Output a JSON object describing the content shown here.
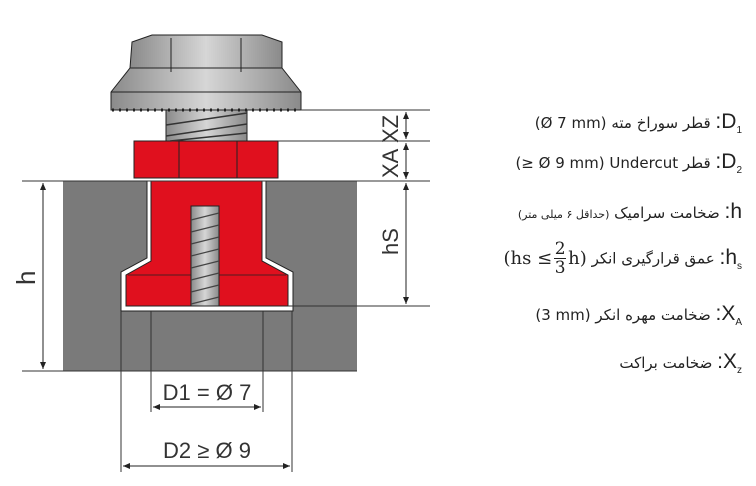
{
  "diagram": {
    "dim_labels": {
      "xz": "XZ",
      "xa": "XA",
      "hs": "hS",
      "h": "h",
      "d1": "D1 = Ø 7",
      "d2": "D2 ≥ Ø 9"
    },
    "colors": {
      "anchor": "#e0101e",
      "ceramic": "#7a7a7a",
      "metal": "#b4b4b4"
    }
  },
  "legend": [
    {
      "symbol": "D",
      "sub": "1",
      "text": "قطر سوراخ مته",
      "note": "(Ø 7 mm)"
    },
    {
      "symbol": "D",
      "sub": "2",
      "text": "قطر Undercut",
      "note": "(≥ Ø 9 mm)"
    },
    {
      "symbol": "h",
      "sub": "",
      "text": "ضخامت سرامیک",
      "note": "(حداقل ۶ میلی متر)"
    },
    {
      "symbol": "h",
      "sub": "s",
      "text": "عمق قرارگیری انکر",
      "formula_left": "(hs ≤",
      "formula_num": "2",
      "formula_den": "3",
      "formula_right": "h)"
    },
    {
      "symbol": "X",
      "sub": "A",
      "text": "ضخامت مهره انکر",
      "note": "(3 mm)"
    },
    {
      "symbol": "X",
      "sub": "z",
      "text": "ضخامت براکت",
      "note": ""
    }
  ]
}
